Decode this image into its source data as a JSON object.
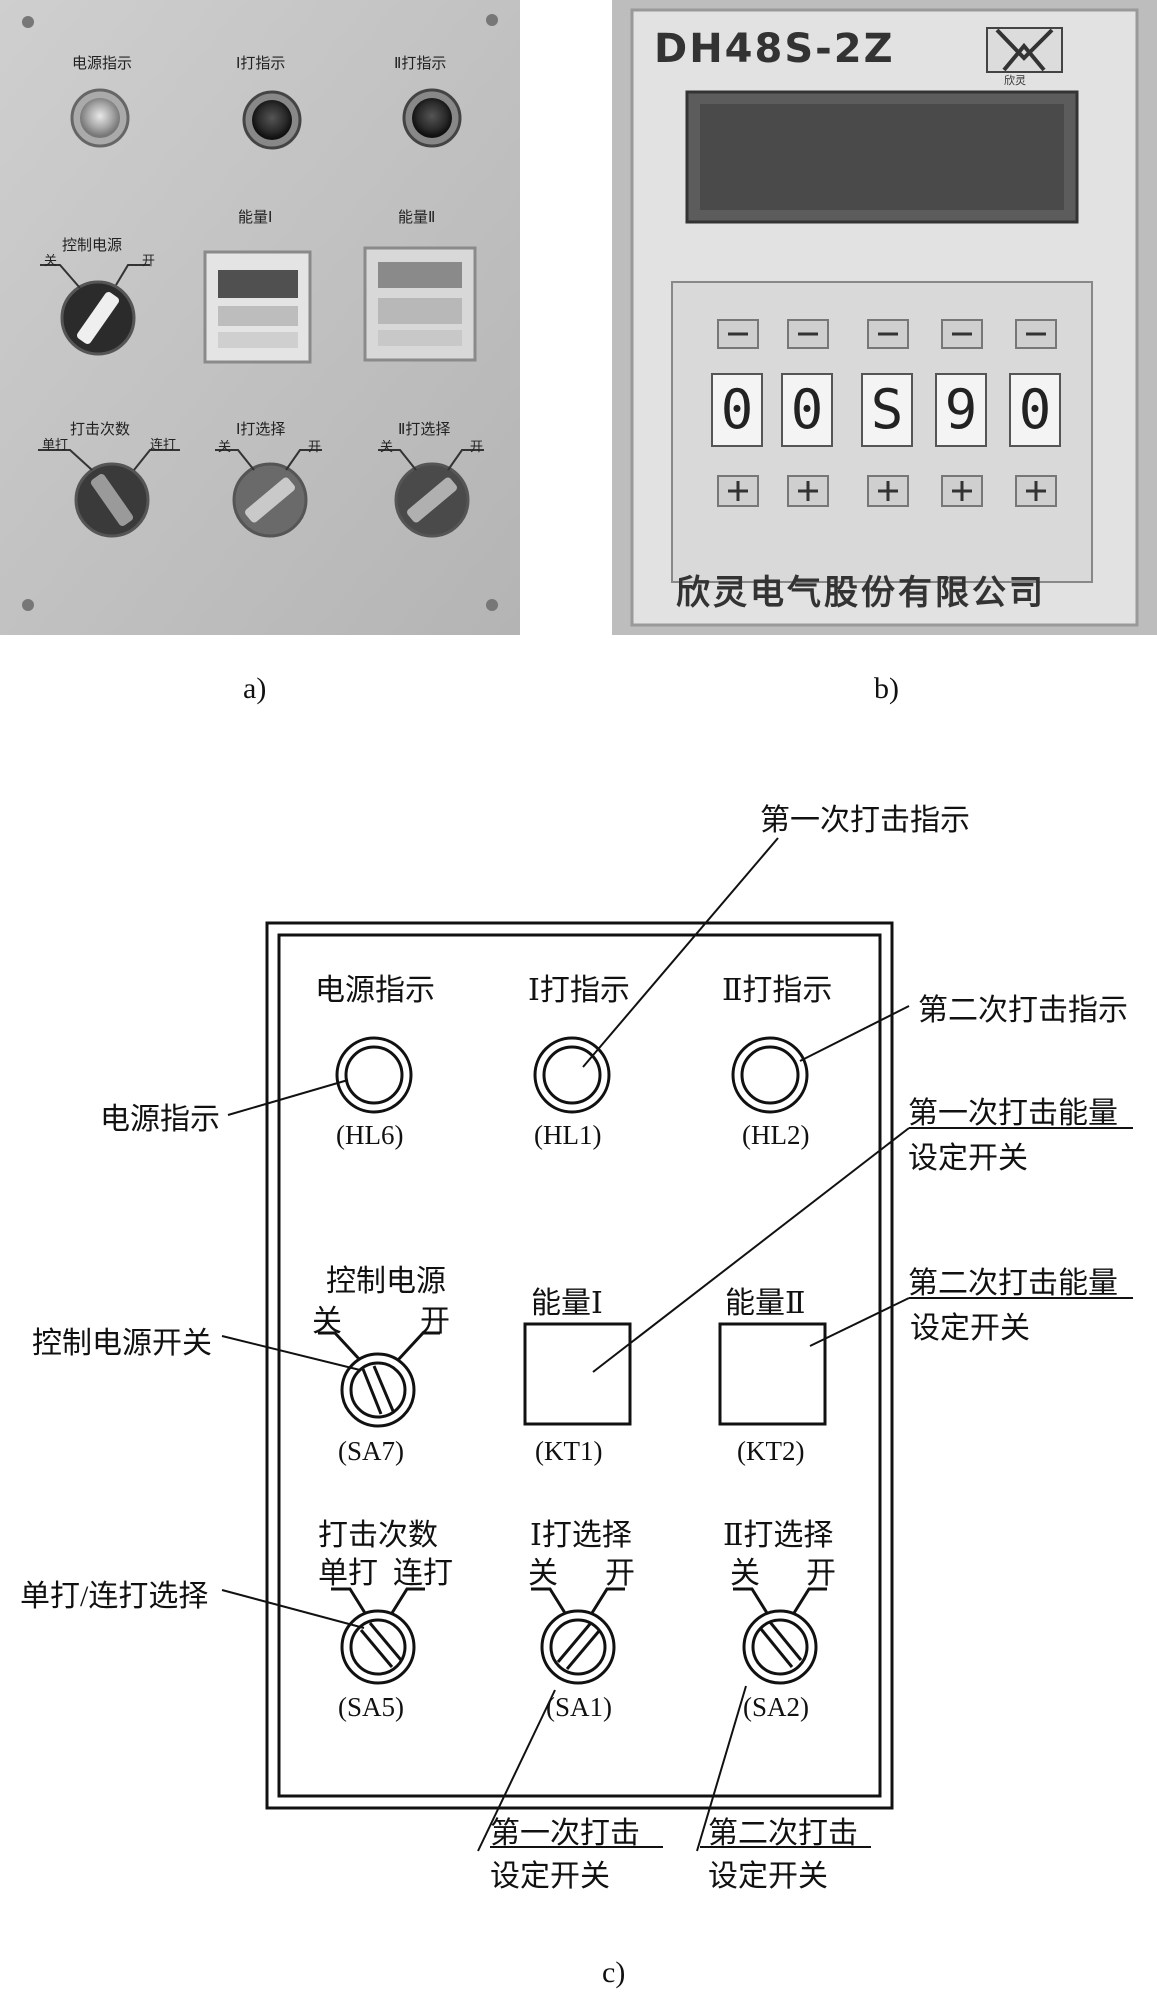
{
  "captions": {
    "a": "a)",
    "b": "b)",
    "c": "c)"
  },
  "photo_a": {
    "indicators": [
      "电源指示",
      "Ⅰ打指示",
      "Ⅱ打指示"
    ],
    "energy_labels": [
      "能量Ⅰ",
      "能量Ⅱ"
    ],
    "control_power": {
      "title": "控制电源",
      "off": "关",
      "on": "开"
    },
    "strike_count": {
      "title": "打击次数",
      "single": "单打",
      "continuous": "连打"
    },
    "select1": {
      "title": "Ⅰ打选择",
      "off": "关",
      "on": "开"
    },
    "select2": {
      "title": "Ⅱ打选择",
      "off": "关",
      "on": "开"
    }
  },
  "photo_b": {
    "model": "DH48S-2Z",
    "brand": "欣灵",
    "digits": [
      "0",
      "0",
      "S",
      "9",
      "0"
    ],
    "company": "欣灵电气股份有限公司"
  },
  "diagram": {
    "headers": [
      "电源指示",
      "Ⅰ打指示",
      "Ⅱ打指示"
    ],
    "lamp_codes": [
      "(HL6)",
      "(HL1)",
      "(HL2)"
    ],
    "control_power": {
      "title": "控制电源",
      "off": "关",
      "on": "开",
      "code": "(SA7)"
    },
    "energy1": {
      "title": "能量Ⅰ",
      "code": "(KT1)"
    },
    "energy2": {
      "title": "能量Ⅱ",
      "code": "(KT2)"
    },
    "strike_count": {
      "title": "打击次数",
      "single": "单打",
      "continuous": "连打",
      "code": "(SA5)"
    },
    "select1": {
      "title": "Ⅰ打选择",
      "off": "关",
      "on": "开",
      "code": "(SA1)"
    },
    "select2": {
      "title": "Ⅱ打选择",
      "off": "关",
      "on": "开",
      "code": "(SA2)"
    },
    "callouts": {
      "power_indicator": "电源指示",
      "first_strike_indicator": "第一次打击指示",
      "second_strike_indicator": "第二次打击指示",
      "first_energy_l1": "第一次打击能量",
      "first_energy_l2": "设定开关",
      "second_energy_l1": "第二次打击能量",
      "second_energy_l2": "设定开关",
      "control_power_switch": "控制电源开关",
      "single_continuous": "单打/连打选择",
      "first_strike_set_l1": "第一次打击",
      "first_strike_set_l2": "设定开关",
      "second_strike_set_l1": "第二次打击",
      "second_strike_set_l2": "设定开关"
    }
  }
}
